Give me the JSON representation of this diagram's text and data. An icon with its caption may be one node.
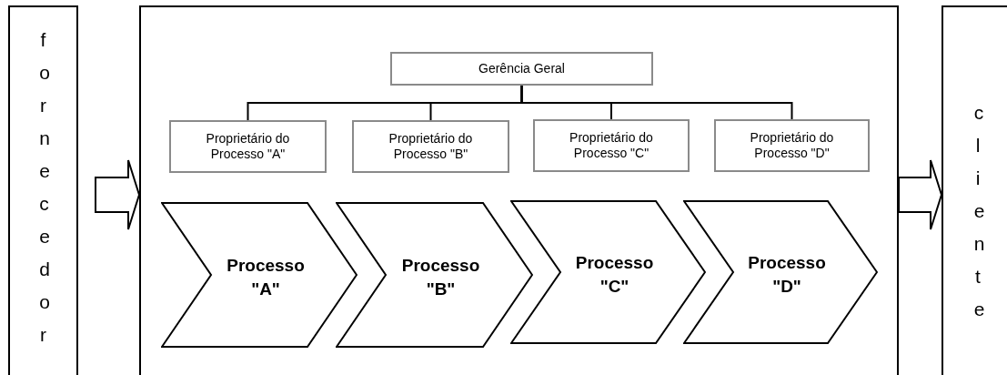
{
  "diagram": {
    "nodes": [
      {
        "text": [
          "fornecedor"
        ]
      },
      {
        "text": [],
        "shape": "box"
      },
      {
        "text": [
          "Gerência Geral"
        ],
        "in": 1
      },
      {
        "text": [
          "Proprietário do Processo \"A\""
        ],
        "in": 1
      },
      {
        "text": [
          "Proprietário do Processo \"B\""
        ],
        "in": 1
      },
      {
        "text": [
          "Proprietário do Processo \"C\""
        ],
        "in": 1
      },
      {
        "text": [
          "Proprietário do Processo \"D\""
        ],
        "in": 1
      },
      {
        "text": [
          "Processo \"A\""
        ],
        "in": 1
      },
      {
        "text": [
          "Processo \"B\""
        ],
        "in": 1
      },
      {
        "text": [
          "Processo \"C\""
        ],
        "in": 1
      },
      {
        "text": [
          "Processo \"D\""
        ],
        "in": 1
      },
      {
        "text": [
          "cliente"
        ]
      }
    ],
    "edges": [
      {
        "from": 2,
        "to": 3,
        "arrow": "none"
      },
      {
        "from": 2,
        "to": 4,
        "arrow": "none"
      },
      {
        "from": 2,
        "to": 5,
        "arrow": "none"
      },
      {
        "from": 2,
        "to": 6,
        "arrow": "none"
      },
      {
        "from": 0,
        "to": 1,
        "arrow": "to",
        "style": "thick"
      },
      {
        "from": 1,
        "to": 11,
        "arrow": "to",
        "style": "thick"
      }
    ]
  }
}
